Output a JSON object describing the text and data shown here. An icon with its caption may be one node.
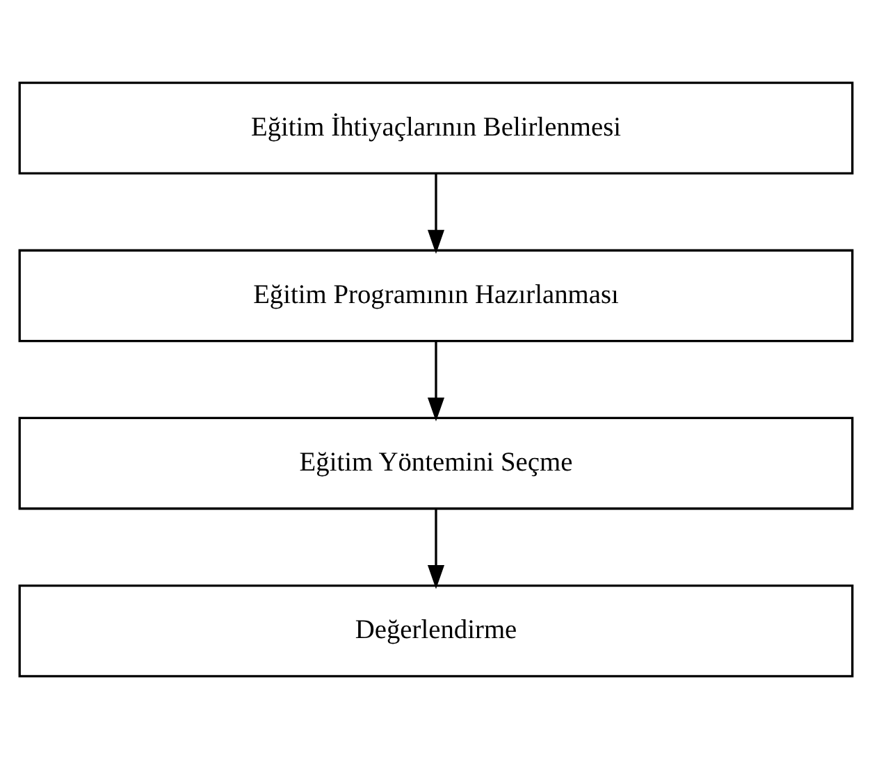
{
  "diagram": {
    "nodes": [
      {
        "text": [
          "Eğitim İhtiyaçlarının Belirlenmesi"
        ]
      },
      {
        "text": [
          "Eğitim Programının Hazırlanması"
        ]
      },
      {
        "text": [
          "Eğitim Yöntemini Seçme"
        ]
      },
      {
        "text": [
          "Değerlendirme"
        ]
      }
    ],
    "edges": [
      {
        "from": 0,
        "to": 1,
        "arrow": "to"
      },
      {
        "from": 1,
        "to": 2,
        "arrow": "to"
      },
      {
        "from": 2,
        "to": 3,
        "arrow": "to"
      }
    ]
  }
}
